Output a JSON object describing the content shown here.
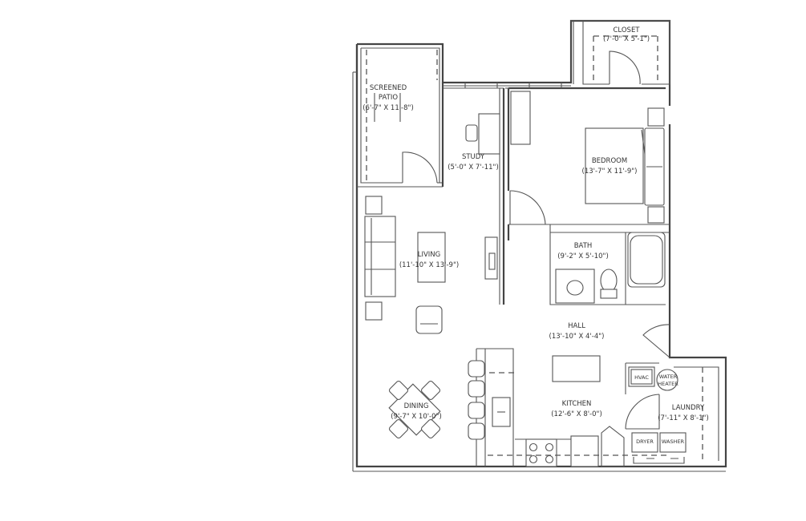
{
  "rooms": {
    "closet": {
      "name": "CLOSET",
      "dims": "(7'-0\" X 5'-1\")"
    },
    "patio": {
      "name1": "SCREENED",
      "name2": "PATIO",
      "dims": "(6'-7\" X 11'-8\")"
    },
    "study": {
      "name": "STUDY",
      "dims": "(5'-0\" X 7'-11\")"
    },
    "bedroom": {
      "name": "BEDROOM",
      "dims": "(13'-7\" X 11'-9\")"
    },
    "bath": {
      "name": "BATH",
      "dims": "(9'-2\" X 5'-10\")"
    },
    "living": {
      "name": "LIVING",
      "dims": "(11'-10\" X 13'-9\")"
    },
    "hall": {
      "name": "HALL",
      "dims": "(13'-10\" X 4'-4\")"
    },
    "kitchen": {
      "name": "KITCHEN",
      "dims": "(12'-6\" X 8'-0\")"
    },
    "dining": {
      "name": "DINING",
      "dims": "(9'-7\" X 10'-0\")"
    },
    "laundry": {
      "name": "LAUNDRY",
      "dims": "(7'-11\" X 8'-1\")"
    }
  },
  "fixtures": {
    "hvac": "HVAC",
    "water_heater_1": "WATER",
    "water_heater_2": "HEATER",
    "dryer": "DRYER",
    "washer": "WASHER"
  }
}
